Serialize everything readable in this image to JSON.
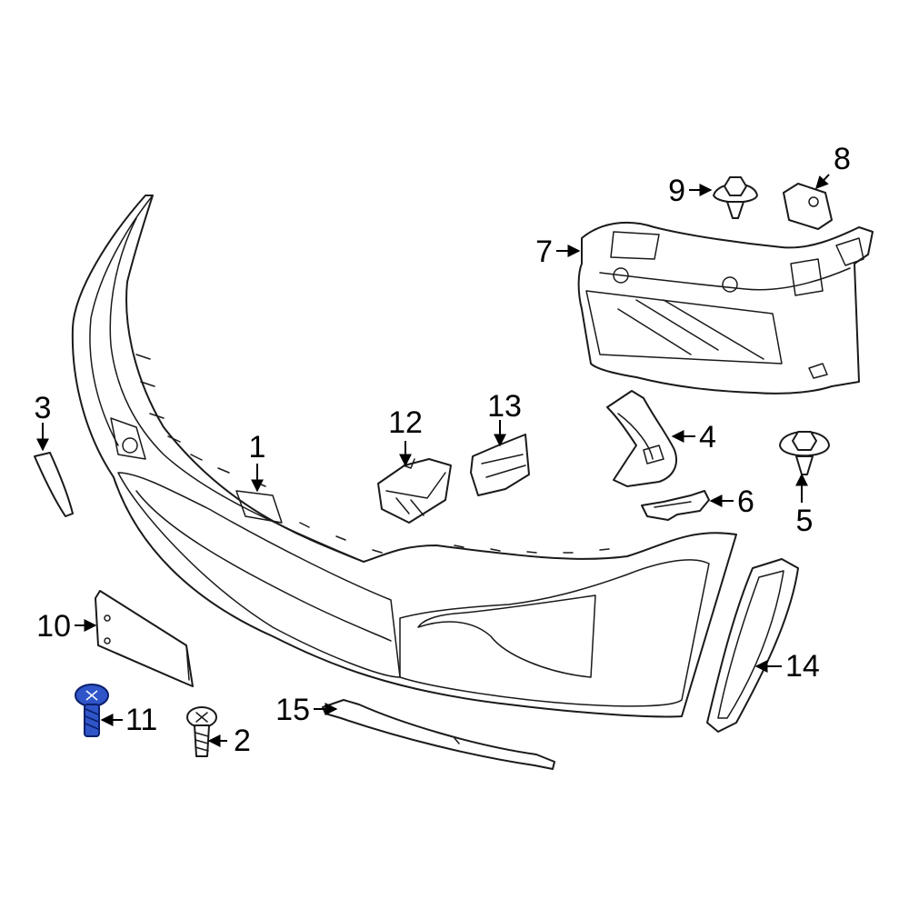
{
  "diagram": {
    "highlight_color": "#2f55c9",
    "callouts": [
      "1",
      "2",
      "3",
      "4",
      "5",
      "6",
      "7",
      "8",
      "9",
      "10",
      "11",
      "12",
      "13",
      "14",
      "15"
    ],
    "highlighted_part": "11"
  }
}
